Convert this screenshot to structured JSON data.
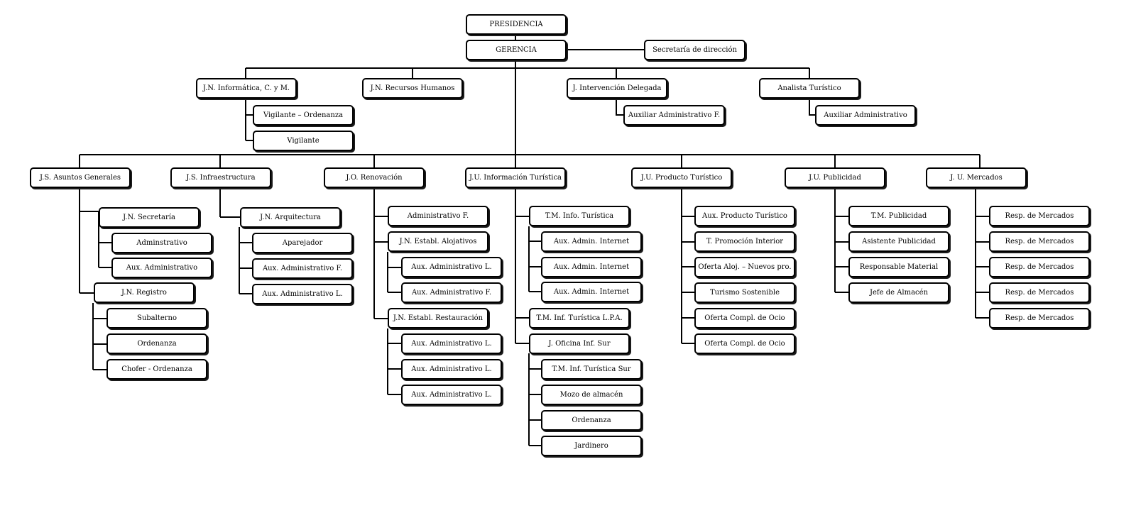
{
  "chart": {
    "presidencia": "PRESIDENCIA",
    "gerencia": "GERENCIA",
    "secretaria": "Secretaría de dirección",
    "jn_informatica": "J.N. Informática, C. y M.",
    "vigilante_ordenanza": "Vigilante – Ordenanza",
    "vigilante": "Vigilante",
    "jn_rrhh": "J.N. Recursos Humanos",
    "j_intervencion": "J. Intervención Delegada",
    "aux_admin_f_top": "Auxiliar Administrativo F.",
    "analista": "Analista Turístico",
    "aux_admin_top": "Auxiliar Administrativo",
    "js_asuntos": "J.S. Asuntos Generales",
    "jn_secretaria": "J.N. Secretaría",
    "adminstrativo": "Adminstrativo",
    "aux_administrativo": "Aux. Administrativo",
    "jn_registro": "J.N. Registro",
    "subalterno": "Subalterno",
    "ordenanza_a": "Ordenanza",
    "chofer": "Chofer - Ordenanza",
    "js_infra": "J.S. Infraestructura",
    "jn_arquitectura": "J.N. Arquitectura",
    "aparejador": "Aparejador",
    "infra_aux_f": "Aux. Administrativo F.",
    "infra_aux_l": "Aux. Administrativo L.",
    "jo_renovacion": "J.O. Renovación",
    "ren_admin_f": "Administrativo F.",
    "jn_aloj": "J.N. Establ. Alojativos",
    "aloj_aux_l": "Aux. Administrativo L.",
    "aloj_aux_f": "Aux. Administrativo F.",
    "jn_rest": "J.N. Establ. Restauración",
    "rest_aux_1": "Aux. Administrativo L.",
    "rest_aux_2": "Aux. Administrativo L.",
    "rest_aux_3": "Aux. Administrativo L.",
    "ju_info": "J.U. Información Turística",
    "tm_info": "T.M. Info. Turística",
    "aux_internet_1": "Aux. Admin. Internet",
    "aux_internet_2": "Aux. Admin. Internet",
    "aux_internet_3": "Aux. Admin. Internet",
    "tm_lpa": "T.M. Inf. Turística L.P.A.",
    "j_oficina_sur": "J. Oficina Inf. Sur",
    "tm_sur": "T.M. Inf. Turística Sur",
    "mozo": "Mozo de almacén",
    "ordenanza_b": "Ordenanza",
    "jardinero": "Jardinero",
    "ju_producto": "J.U. Producto Turístico",
    "aux_producto": "Aux. Producto Turístico",
    "t_promocion": "T. Promoción Interior",
    "oferta_aloj": "Oferta Aloj. – Nuevos pro.",
    "turismo_sost": "Turismo Sostenible",
    "oferta_ocio_1": "Oferta Compl. de Ocio",
    "oferta_ocio_2": "Oferta Compl. de Ocio",
    "ju_publicidad": "J.U. Publicidad",
    "tm_publicidad": "T.M. Publicidad",
    "asistente_pub": "Asistente Publicidad",
    "resp_material": "Responsable Material",
    "jefe_almacen": "Jefe de Almacén",
    "ju_mercados": "J. U. Mercados",
    "resp_merc_1": "Resp. de Mercados",
    "resp_merc_2": "Resp. de Mercados",
    "resp_merc_3": "Resp. de Mercados",
    "resp_merc_4": "Resp. de Mercados",
    "resp_merc_5": "Resp. de Mercados"
  }
}
